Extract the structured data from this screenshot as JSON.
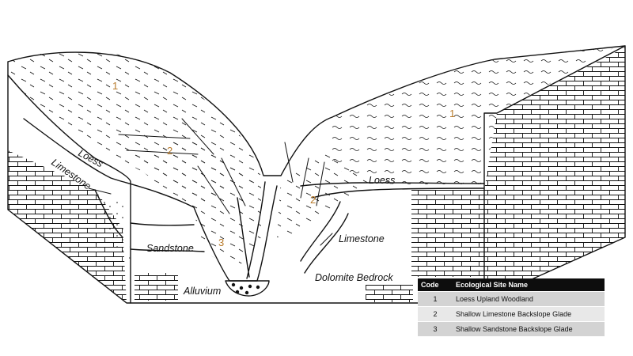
{
  "regions": [
    {
      "id": "west-upland",
      "number": "1"
    },
    {
      "id": "east-upland",
      "number": "1"
    },
    {
      "id": "west-glade",
      "number": "2"
    },
    {
      "id": "east-glade",
      "number": "2"
    },
    {
      "id": "sandstone-glade",
      "number": "3"
    }
  ],
  "labels": {
    "loess_west": "Loess",
    "limestone_west": "Limestone",
    "sandstone": "Sandstone",
    "alluvium": "Alluvium",
    "loess_east": "Loess",
    "limestone_east": "Limestone",
    "dolomite": "Dolomite Bedrock"
  },
  "legend": {
    "headers": {
      "code": "Code",
      "name": "Ecological Site Name"
    },
    "rows": [
      {
        "code": "1",
        "name": "Loess Upland Woodland"
      },
      {
        "code": "2",
        "name": "Shallow Limestone Backslope Glade"
      },
      {
        "code": "3",
        "name": "Shallow Sandstone Backslope Glade"
      }
    ]
  },
  "colors": {
    "number": "#b87a2a",
    "header_bg": "#0d0d0d",
    "row_light": "#d3d3d3",
    "row_lighter": "#e8e8e8"
  }
}
